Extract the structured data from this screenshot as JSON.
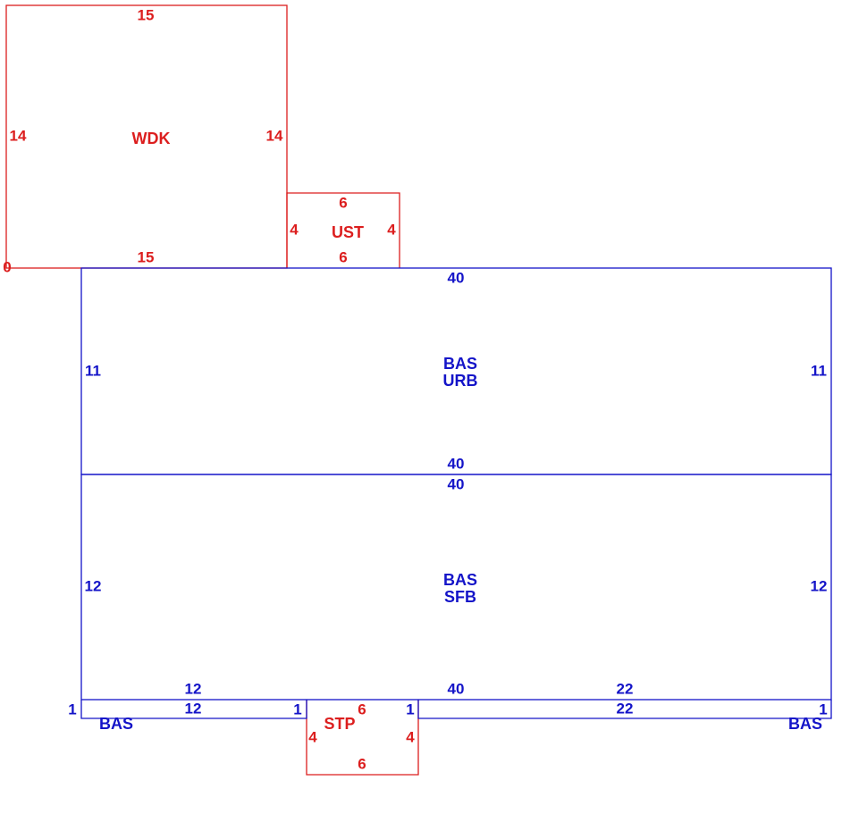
{
  "colors": {
    "main": "#1414c8",
    "aux": "#dc1e1e",
    "background": "#ffffff"
  },
  "areas": {
    "wdk": {
      "code": "WDK",
      "top": "15",
      "bottom": "15",
      "left": "14",
      "right": "14",
      "origin": "0"
    },
    "ust": {
      "code": "UST",
      "top": "6",
      "bottom": "6",
      "left": "4",
      "right": "4"
    },
    "urb": {
      "code_1": "BAS",
      "code_2": "URB",
      "top": "40",
      "bottom": "40",
      "left": "11",
      "right": "11"
    },
    "sfb": {
      "code_1": "BAS",
      "code_2": "SFB",
      "top": "40",
      "left": "12",
      "right": "12",
      "bottom_left": "12",
      "bottom_mid": "40",
      "bottom_right": "22"
    },
    "bas_left": {
      "code": "BAS",
      "top": "12",
      "left": "1",
      "right": "1"
    },
    "bas_right": {
      "code": "BAS",
      "top": "22",
      "left": "1",
      "right": "1"
    },
    "stp": {
      "code": "STP",
      "top": "6",
      "bottom": "6",
      "left": "4",
      "right": "4"
    }
  }
}
